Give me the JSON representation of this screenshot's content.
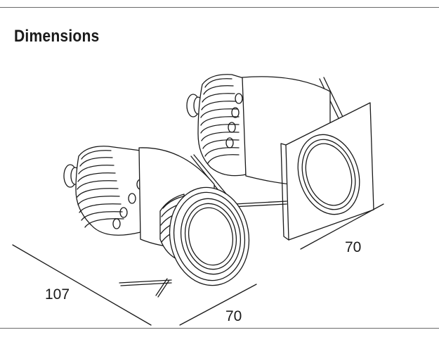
{
  "page": {
    "title": "Dimensions"
  },
  "dimensions": {
    "length": "107",
    "width_round": "70",
    "width_square": "70"
  },
  "colors": {
    "line": "#1a1a1a",
    "rule": "#6a6a6a",
    "background": "#ffffff"
  }
}
